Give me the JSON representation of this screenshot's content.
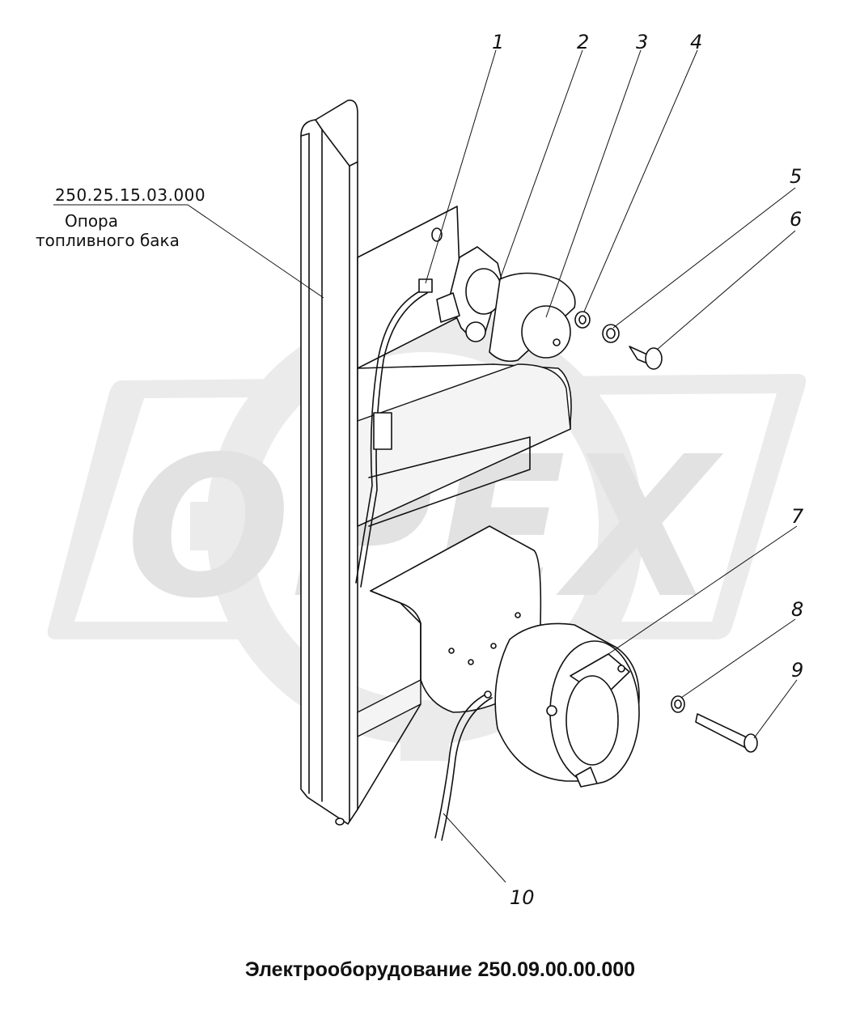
{
  "callouts": [
    "1",
    "2",
    "3",
    "4",
    "5",
    "6",
    "7",
    "8",
    "9",
    "10"
  ],
  "reference": {
    "code": "250.25.15.03.000",
    "line1": "Опора",
    "line2": "топливного бака"
  },
  "watermark": "OPEX",
  "title": "Электрооборудование 250.09.00.00.000"
}
